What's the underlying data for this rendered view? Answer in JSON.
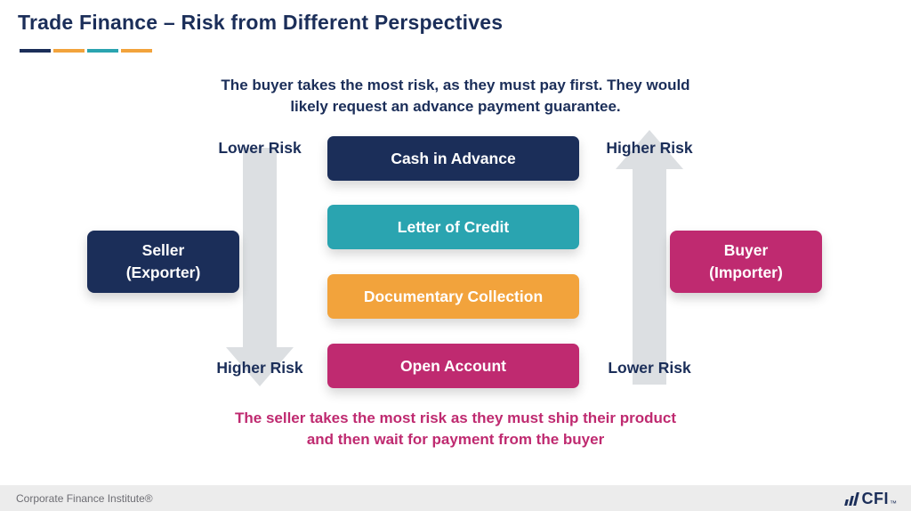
{
  "page": {
    "title": "Trade Finance – Risk from Different Perspectives"
  },
  "title_underline_colors": [
    "#1b2e59",
    "#f2a33c",
    "#2aa4b0",
    "#f2a33c"
  ],
  "notes": {
    "top": "The buyer takes the most risk, as they must pay first. They would likely request an advance payment guarantee.",
    "bottom": "The seller takes the most risk as they must ship their product and then wait for payment from the buyer"
  },
  "risk_labels": {
    "seller_top": "Lower Risk",
    "seller_bottom": "Higher Risk",
    "buyer_top": "Higher Risk",
    "buyer_bottom": "Lower Risk"
  },
  "parties": {
    "seller": {
      "line1": "Seller",
      "line2": "(Exporter)"
    },
    "buyer": {
      "line1": "Buyer",
      "line2": "(Importer)"
    }
  },
  "methods": [
    {
      "label": "Cash in Advance",
      "color": "#1b2e59"
    },
    {
      "label": "Letter of Credit",
      "color": "#2aa4b0"
    },
    {
      "label": "Documentary Collection",
      "color": "#f2a33c"
    },
    {
      "label": "Open Account",
      "color": "#bf2a70"
    }
  ],
  "footer": {
    "company": "Corporate Finance Institute®",
    "logo_text": "CFI",
    "logo_tm": "™",
    "logo_icon": "bar-chart-icon"
  },
  "colors": {
    "navy": "#1b2e59",
    "teal": "#2aa4b0",
    "orange": "#f2a33c",
    "magenta": "#bf2a70",
    "arrow_gray": "#dcdfe2",
    "footer_bar": "#ececec"
  }
}
